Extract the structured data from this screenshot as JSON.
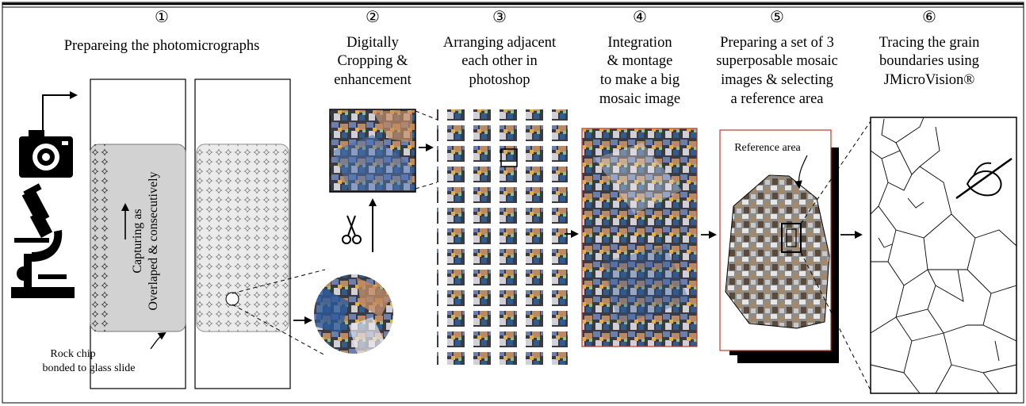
{
  "steps": [
    {
      "number": "①",
      "title_lines": [
        "Prepareing the photomicrographs"
      ]
    },
    {
      "number": "②",
      "title_lines": [
        "Digitally",
        "Cropping &",
        "enhancement"
      ]
    },
    {
      "number": "③",
      "title_lines": [
        "Arranging adjacent",
        "each other in",
        "photoshop"
      ]
    },
    {
      "number": "④",
      "title_lines": [
        "Integration",
        "& montage",
        "to make a big",
        "mosaic image"
      ]
    },
    {
      "number": "⑤",
      "title_lines": [
        "Preparing a set of 3",
        "superposable mosaic",
        "images & selecting",
        "a reference area"
      ]
    },
    {
      "number": "⑥",
      "title_lines": [
        "Tracing the grain",
        "boundaries using",
        "JMicroVision®"
      ]
    }
  ],
  "annotations": {
    "capturing_line1": "Capturing as",
    "capturing_line2": "Overlaped & consecutively",
    "rock_chip_line1": "Rock chip",
    "rock_chip_line2": "bonded to glass slide",
    "reference_area": "Reference area"
  },
  "icons": [
    "camera-icon",
    "microscope-icon",
    "scissors-icon",
    "hand-drawing-icon"
  ],
  "colors": {
    "frame": "#000000",
    "accent_red": "#c0392b",
    "slide_gray": "#cccccc"
  }
}
